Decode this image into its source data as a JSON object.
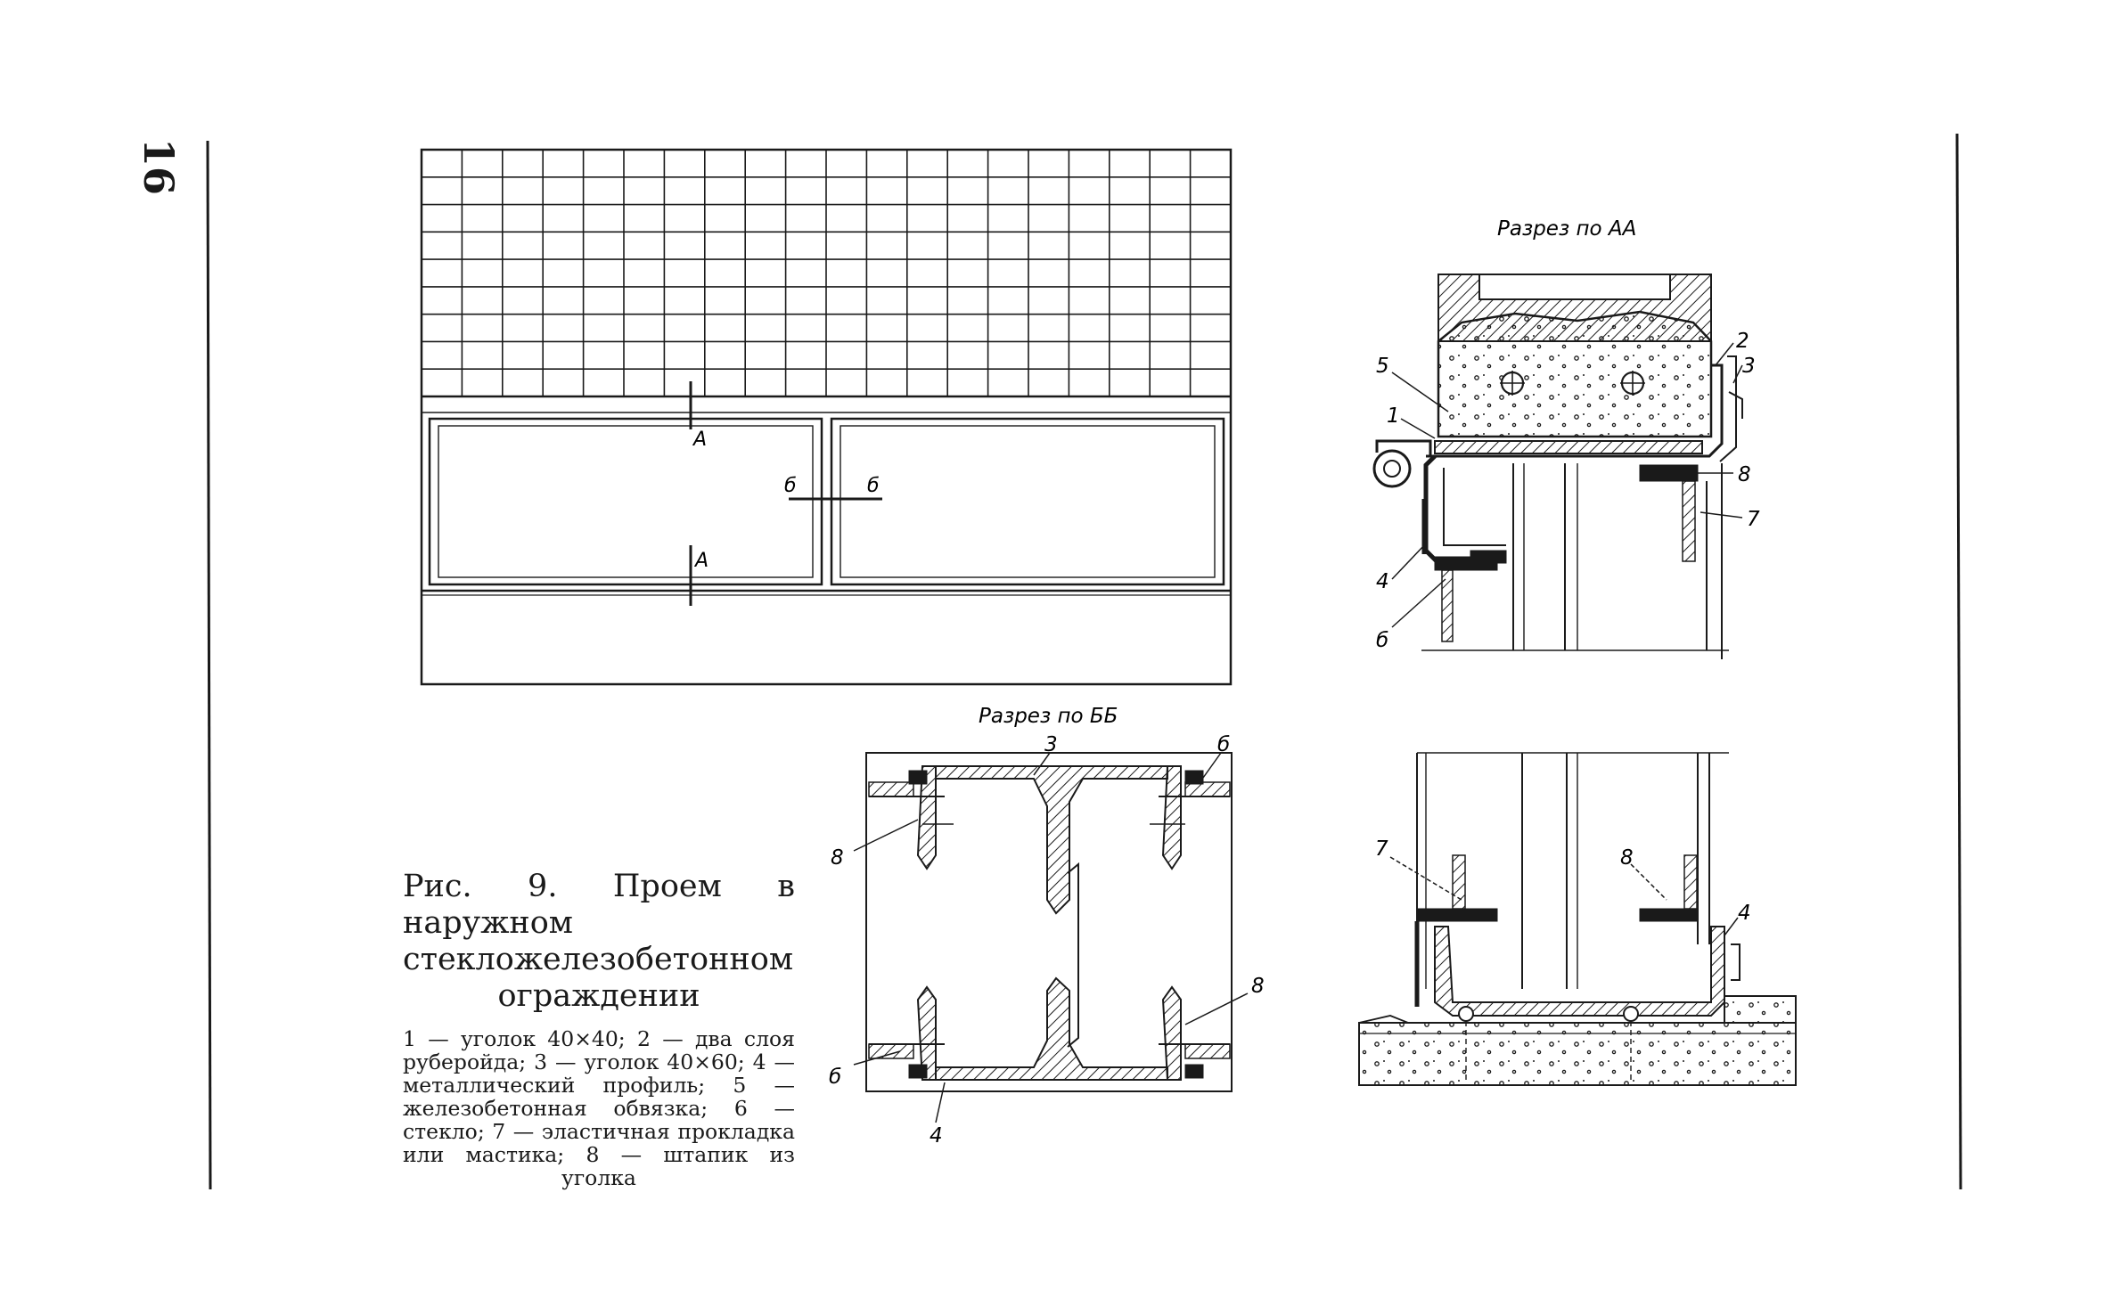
{
  "page": {
    "number": "16"
  },
  "labels": {
    "section_aa": "Разрез по АА",
    "section_bb": "Разрез по ББ",
    "cut_a": "А",
    "cut_b": "б",
    "n1": "1",
    "n2": "2",
    "n3": "3",
    "n4": "4",
    "n5": "5",
    "n6": "б",
    "n7": "7",
    "n8": "8"
  },
  "caption": {
    "title": "Рис. 9. Проем в наружном стекложелезобетонном ограждении",
    "legend": "1 — уголок 40×40; 2 — два слоя руберойда; 3 — уголок 40×60; 4 — металлический профиль; 5 — железобетонная обвязка; 6 — стекло; 7 — эластичная прокладка или мастика; 8 — штапик из уголка"
  },
  "colors": {
    "ink": "#1a1a1a",
    "paper": "#ffffff"
  }
}
